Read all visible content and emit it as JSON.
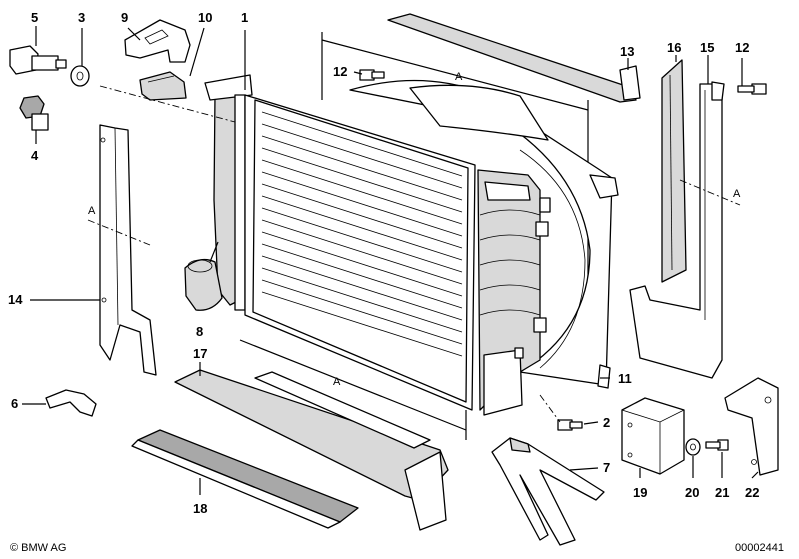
{
  "callouts": {
    "p1": "1",
    "p2": "2",
    "p3": "3",
    "p4": "4",
    "p5": "5",
    "p6": "6",
    "p7": "7",
    "p8": "8",
    "p9": "9",
    "p10": "10",
    "p11": "11",
    "p12a": "12",
    "p12b": "12",
    "p13": "13",
    "p14": "14",
    "p15": "15",
    "p16": "16",
    "p17": "17",
    "p18": "18",
    "p19": "19",
    "p20": "20",
    "p21": "21",
    "p22": "22"
  },
  "dimensions": {
    "a_top": "A",
    "a_bottom": "A",
    "a_bracket_left": "A",
    "a_bracket_right": "A"
  },
  "footer": {
    "copyright": "© BMW AG",
    "diagram_number": "00002441"
  }
}
